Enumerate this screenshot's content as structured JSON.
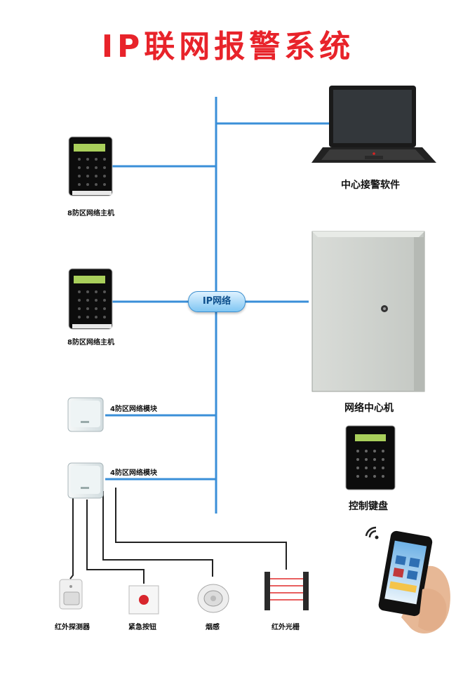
{
  "title": "IP联网报警系统",
  "network_badge": "IP网络",
  "nodes": {
    "host1": "8防区网络主机",
    "host2": "8防区网络主机",
    "module1": "4防区网络模块",
    "module2": "4防区网络模块",
    "center_software": "中心接警软件",
    "network_center": "网络中心机",
    "keypad": "控制键盘",
    "pir": "红外探测器",
    "panic_button": "紧急按钮",
    "smoke": "烟感",
    "beam": "红外光栅"
  },
  "colors": {
    "title": "#e8232a",
    "network_line": "#3a8fd8",
    "wire": "#222222"
  }
}
